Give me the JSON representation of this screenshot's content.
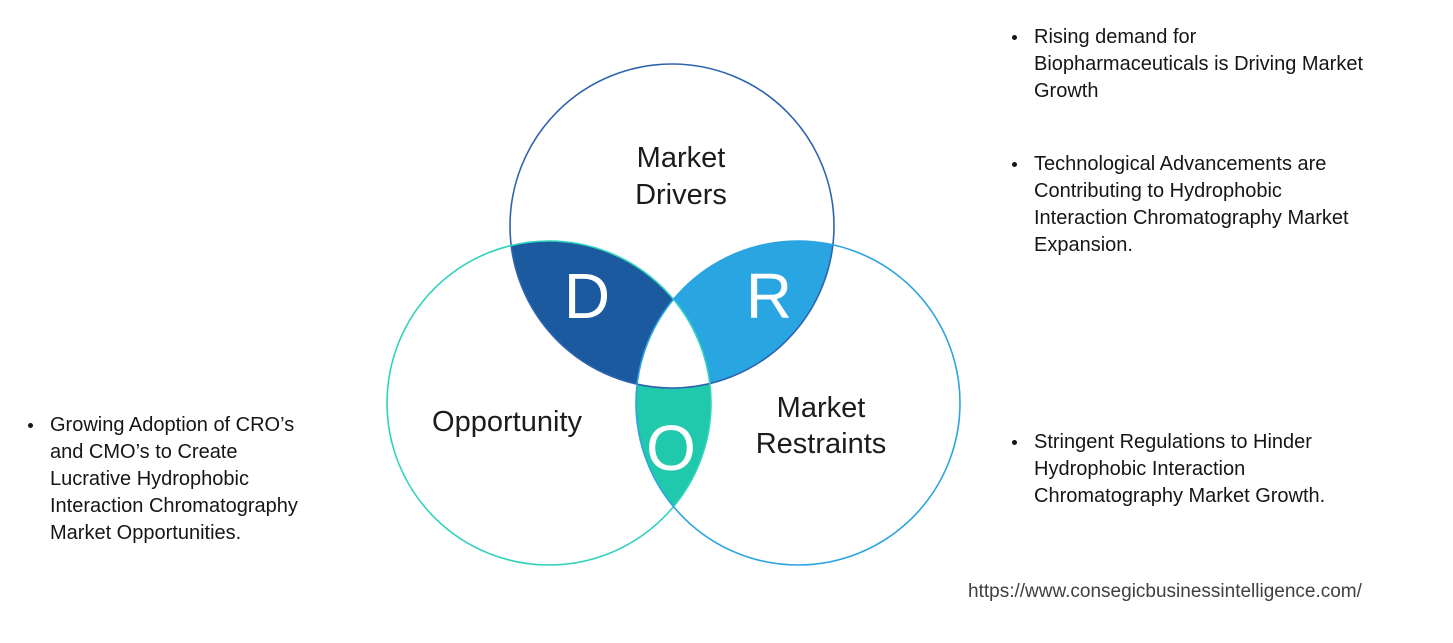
{
  "venn": {
    "letters": {
      "drivers": "D",
      "restraints": "R",
      "opportunity": "O"
    },
    "labels": {
      "drivers_line1": "Market",
      "drivers_line2": "Drivers",
      "opportunity": "Opportunity",
      "restraints_line1": "Market",
      "restraints_line2": "Restraints"
    },
    "colors": {
      "drivers_outline": "#2e64ae",
      "opportunity_outline": "#32d3bc",
      "restraints_outline": "#2ca4e0",
      "drivers_overlap_fill": "#1b5a9e",
      "restraints_overlap_fill": "#29a5e2",
      "opportunity_overlap_fill": "#20c9ac",
      "center_fill": "#ffffff"
    }
  },
  "left_panel": {
    "bullets": [
      {
        "text": "Growing Adoption of CRO’s\nand CMO’s to Create\nLucrative Hydrophobic\nInteraction Chromatography\nMarket Opportunities."
      }
    ]
  },
  "right_panel": {
    "bullets": [
      {
        "text": "Rising demand for\nBiopharmaceuticals is Driving Market\nGrowth"
      },
      {
        "text": "Technological Advancements are\nContributing to Hydrophobic\nInteraction Chromatography Market\nExpansion."
      },
      {
        "text": "Stringent Regulations to Hinder\nHydrophobic Interaction\nChromatography Market Growth."
      }
    ]
  },
  "footer": {
    "url": "https://www.consegicbusinessintelligence.com/"
  }
}
